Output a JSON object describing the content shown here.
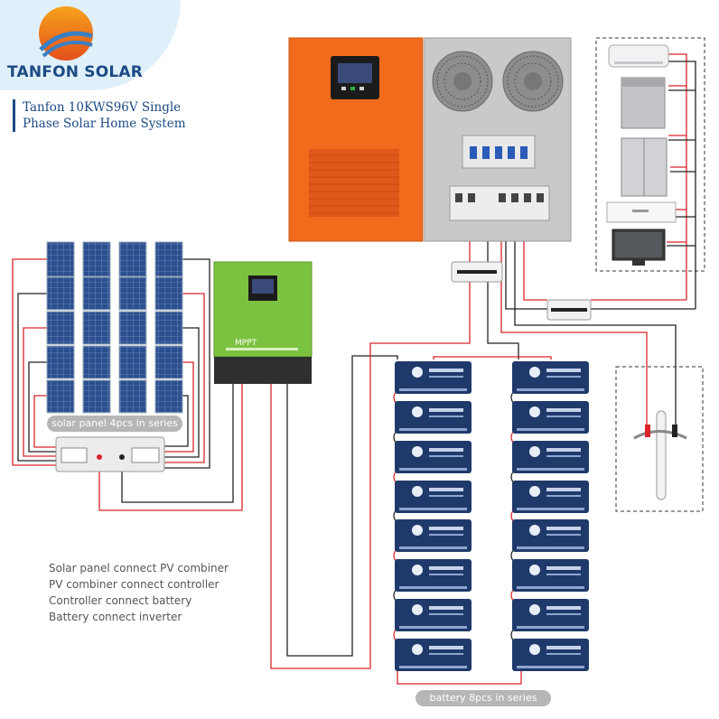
{
  "brand": {
    "name": "TANFON SOLAR",
    "subtitle_line1": "Tanfon 10KWS96V Single",
    "subtitle_line2": "Phase Solar Home System"
  },
  "controller": {
    "label": "MPPT"
  },
  "captions": {
    "solar_panels": "solar panel 4pcs in series",
    "battery": "battery 8pcs in series"
  },
  "steps": [
    "Solar panel connect PV combiner",
    "PV combiner connect controller",
    "Controller connect battery",
    "Battery connect inverter"
  ],
  "colors": {
    "inverter_orange": "#f26a1b",
    "controller_green": "#7cc241",
    "panel_blue": "#2c4f8f",
    "battery_navy": "#1f3a6a",
    "wire_red": "#d9252a",
    "wire_black": "#222222"
  }
}
